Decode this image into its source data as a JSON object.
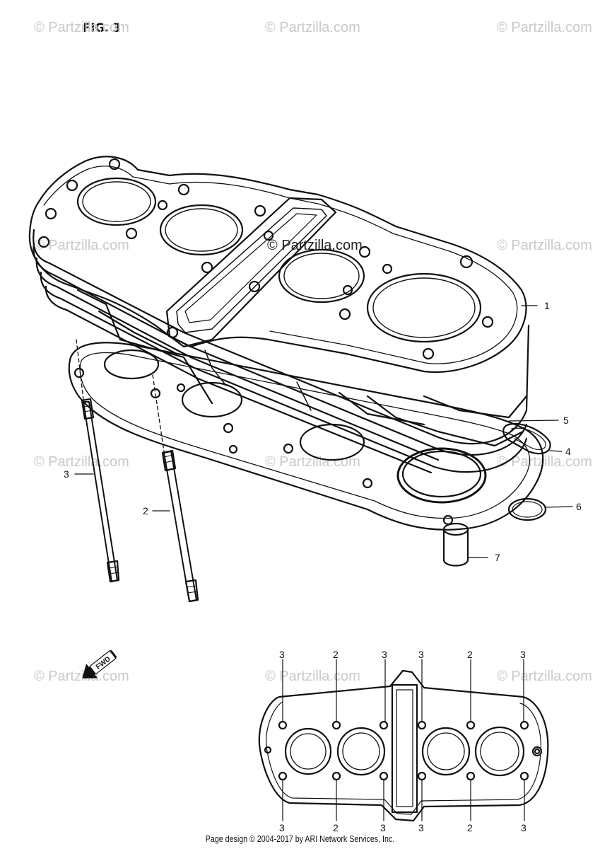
{
  "figure": {
    "title": "FIG. 3"
  },
  "watermarks": [
    "© Partzilla.com",
    "© Partzilla.com",
    "© Partzilla.com",
    "© Partzilla.com",
    "© Partzilla.com",
    "© Partzilla.com",
    "© Partzilla.com",
    "© Partzilla.com",
    "© Partzilla.com",
    "© Partzilla.com",
    "© Partzilla.com",
    "© Partzilla.com"
  ],
  "callouts": {
    "c1": "1",
    "c5": "5",
    "c4": "4",
    "c6": "6",
    "c7": "7",
    "c3": "3",
    "c2": "2"
  },
  "bolt_pattern": {
    "top": [
      "3",
      "2",
      "3",
      "3",
      "2",
      "3"
    ],
    "bottom": [
      "3",
      "2",
      "3",
      "3",
      "2",
      "3"
    ]
  },
  "fwd_icon": "fwd-arrow-icon",
  "footer": "Page design © 2004-2017 by ARI Network Services, Inc."
}
